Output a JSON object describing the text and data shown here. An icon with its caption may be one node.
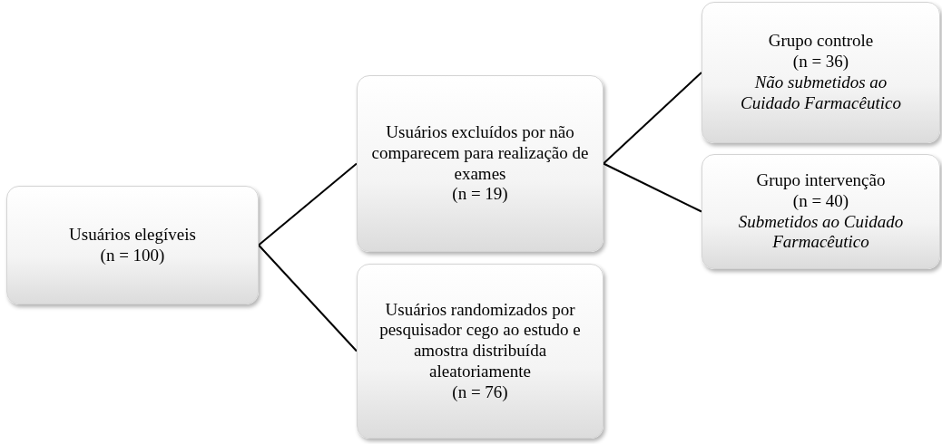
{
  "diagram": {
    "nodes": [
      {
        "text": [
          "Usuários elegíveis",
          "(n = 100)"
        ]
      },
      {
        "text": [
          "Usuários excluídos por não comparecem para realização de exames",
          "(n = 19)"
        ]
      },
      {
        "text": [
          "Usuários randomizados por pesquisador cego ao estudo e amostra distribuída aleatoriamente",
          "(n = 76)"
        ]
      },
      {
        "text": [
          "Grupo controle",
          "(n = 36)",
          "Não submetidos ao Cuidado Farmacêutico"
        ]
      },
      {
        "text": [
          "Grupo intervenção",
          "(n = 40)",
          "Submetidos ao Cuidado Farmacêutico"
        ]
      }
    ],
    "edges": [
      {
        "from": 0,
        "to": 1,
        "arrow": "none"
      },
      {
        "from": 0,
        "to": 2,
        "arrow": "none"
      },
      {
        "from": 1,
        "to": 3,
        "arrow": "none"
      },
      {
        "from": 1,
        "to": 4,
        "arrow": "none"
      }
    ]
  }
}
